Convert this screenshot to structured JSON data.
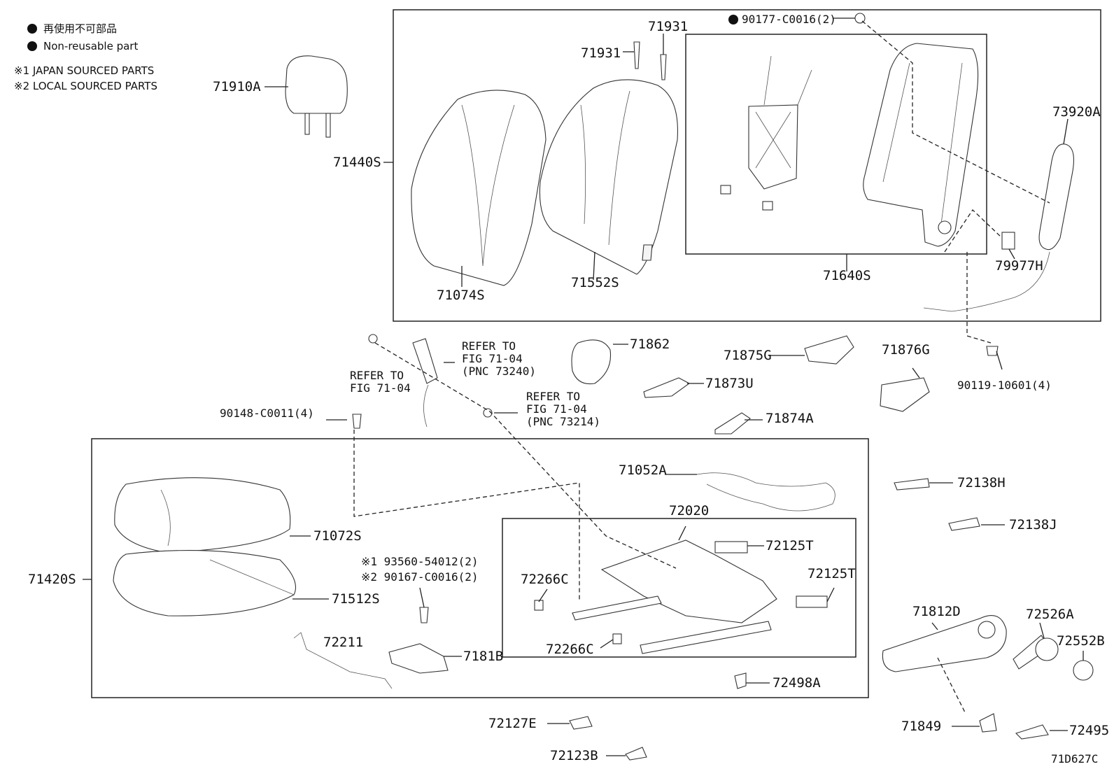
{
  "legend": {
    "non_reusable_jp": "再使用不可部品",
    "non_reusable_en": "Non-reusable part",
    "note1": "※1 JAPAN SOURCED PARTS",
    "note2": "※2 LOCAL SOURCED PARTS"
  },
  "callouts": {
    "headrest": "71910A",
    "seatback_assy": "71440S",
    "seatback_cover": "71074S",
    "seatback_pad": "71552S",
    "screw_a": "71931",
    "screw_b": "71931",
    "nut": "90177-C0016(2)",
    "frame": "71640S",
    "airbag": "73920A",
    "label": "79977H",
    "bolt_back": "90119-10601(4)",
    "trim_71862": "71862",
    "trim_71875g": "71875G",
    "trim_71876g": "71876G",
    "trim_71873u": "71873U",
    "trim_71874a": "71874A",
    "bolt_cushion": "90148-C0011(4)",
    "harness": "71052A",
    "clip_72138h": "72138H",
    "clip_72138j": "72138J",
    "cushion_cover": "71072S",
    "cushion_assy": "71420S",
    "cushion_pad": "71512S",
    "wire_72211": "72211",
    "screw_jp": "※1 93560-54012(2)",
    "screw_local": "※2 90167-C0016(2)",
    "bracket": "7181B",
    "adjuster": "72020",
    "adjuster_cover_a": "72125T",
    "adjuster_cover_b": "72125T",
    "clip_72266c_a": "72266C",
    "clip_72266c_b": "72266C",
    "clip_72498a": "72498A",
    "side_shield": "71812D",
    "knob": "72526A",
    "cap": "72552B",
    "cover_71849": "71849",
    "cover_72495": "72495",
    "cover_72127e": "72127E",
    "cover_72123b": "72123B"
  },
  "refers": {
    "buckle": {
      "line1": "REFER TO",
      "line2": "FIG 71-04",
      "line3": "(PNC 73240)"
    },
    "left": {
      "line1": "REFER TO",
      "line2": "FIG 71-04"
    },
    "right": {
      "line1": "REFER TO",
      "line2": "FIG 71-04",
      "line3": "(PNC 73214)"
    }
  },
  "figure_code": "71D627C"
}
